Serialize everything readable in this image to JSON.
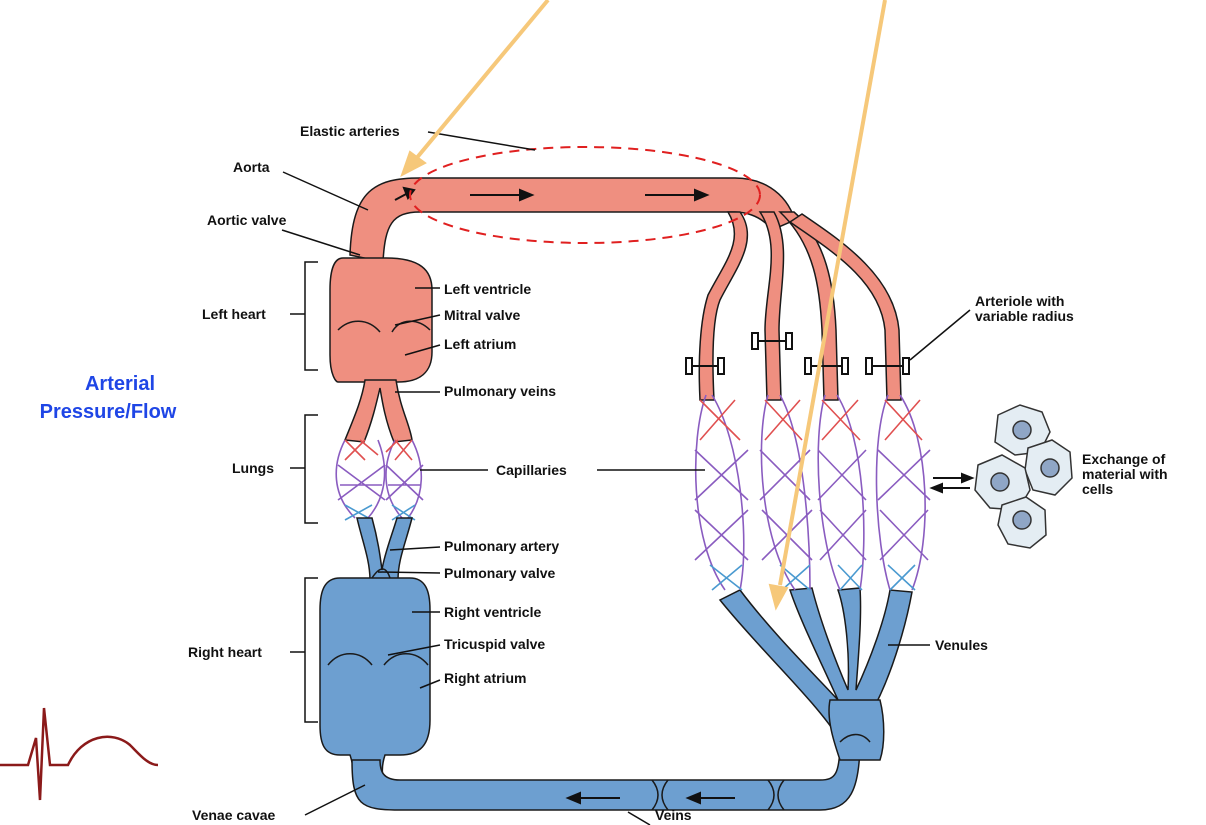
{
  "side_label": {
    "line1": "Arterial",
    "line2": "Pressure/Flow"
  },
  "labels": {
    "elastic_arteries": "Elastic arteries",
    "aorta": "Aorta",
    "aortic_valve": "Aortic valve",
    "left_heart": "Left heart",
    "left_ventricle": "Left ventricle",
    "mitral_valve": "Mitral valve",
    "left_atrium": "Left atrium",
    "pulmonary_veins": "Pulmonary veins",
    "lungs": "Lungs",
    "capillaries": "Capillaries",
    "pulmonary_artery": "Pulmonary artery",
    "pulmonary_valve": "Pulmonary valve",
    "right_ventricle": "Right ventricle",
    "tricuspid_valve": "Tricuspid valve",
    "right_atrium": "Right atrium",
    "right_heart": "Right heart",
    "venae_cavae": "Venae cavae",
    "veins": "Veins",
    "venules": "Venules",
    "arteriole_line1": "Arteriole with",
    "arteriole_line2": "variable radius",
    "exchange_line1": "Exchange of",
    "exchange_line2": "material with",
    "exchange_line3": "cells"
  },
  "colors": {
    "arterial": "#ef8f80",
    "venous": "#6d9fd0",
    "capillary_arterial": "#e05050",
    "capillary_mid": "#8a5cc0",
    "capillary_venous": "#4a9ad0",
    "pointer_arrow": "#f6c87a",
    "elastic_dashed": "#e02020",
    "side_label": "#1f46e6",
    "ecg_trace": "#8b1a1a",
    "cell_fill": "#e4edf3",
    "nucleus_fill": "#8fa6c6"
  }
}
